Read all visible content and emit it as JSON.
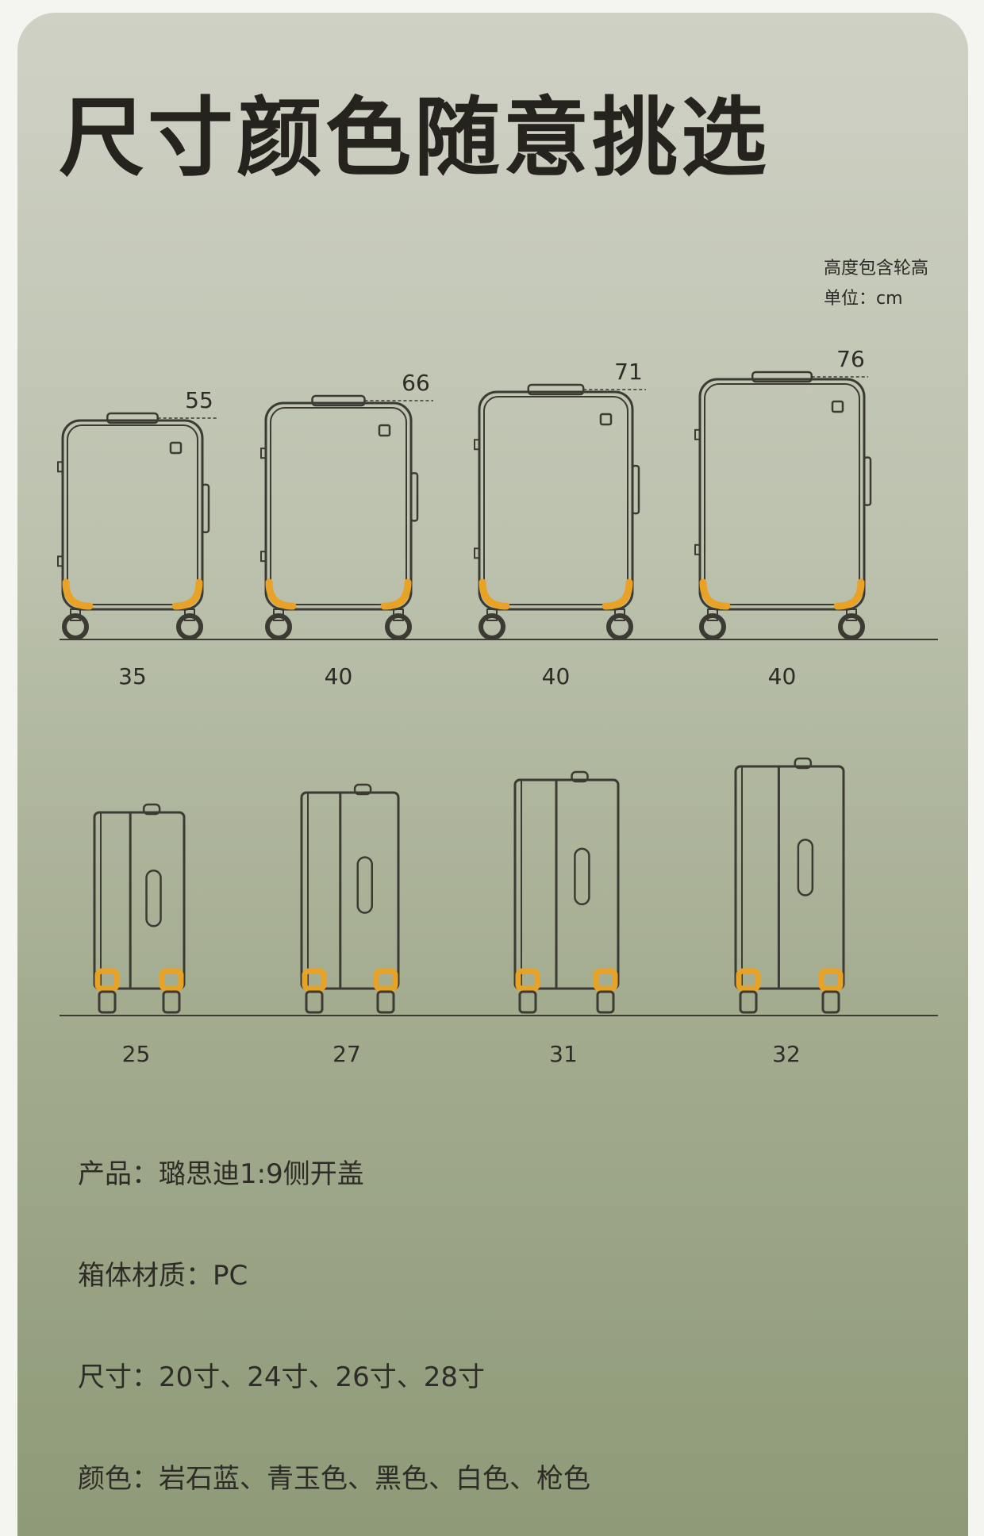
{
  "title": "尺寸颜色随意挑选",
  "notes": [
    "高度包含轮高",
    "单位：cm"
  ],
  "front_view": {
    "heights": [
      "55",
      "66",
      "71",
      "76"
    ],
    "widths": [
      "35",
      "40",
      "40",
      "40"
    ]
  },
  "side_view": {
    "depths": [
      "25",
      "27",
      "31",
      "32"
    ]
  },
  "specs": [
    "产品：璐思迪1:9侧开盖",
    "箱体材质：PC",
    "尺寸：20寸、24寸、26寸、28寸",
    "颜色：岩石蓝、青玉色、黑色、白色、枪色"
  ],
  "colors": {
    "accent": "#e8a226",
    "outline": "#3b3a33"
  }
}
